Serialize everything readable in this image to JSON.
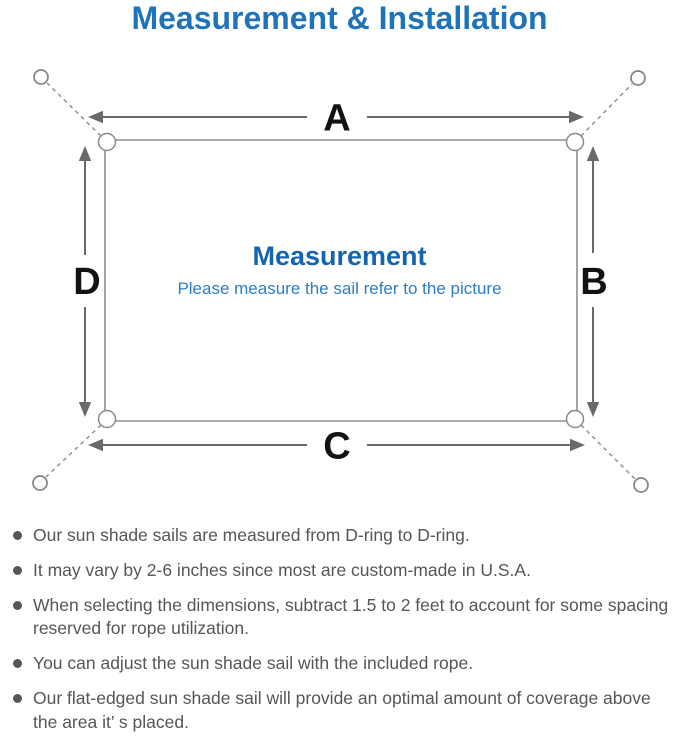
{
  "title": "Measurement & Installation",
  "diagram": {
    "center_heading": "Measurement",
    "center_subtitle": "Please measure the sail refer to the picture",
    "labels": {
      "top": "A",
      "right": "B",
      "bottom": "C",
      "left": "D"
    }
  },
  "notes": {
    "items": [
      "Our sun shade sails are measured from D-ring to D-ring.",
      "It may vary by 2-6 inches since most are custom-made in U.S.A.",
      "When selecting the dimensions, subtract 1.5 to 2 feet to account for some spacing reserved for rope utilization.",
      "You can adjust the sun shade sail with the included rope.",
      "Our flat-edged sun shade sail will provide an optimal amount of coverage above the area it’ s placed."
    ]
  },
  "colors": {
    "title_blue": "#1f73b9",
    "heading_blue": "#1565ad",
    "subtitle_blue": "#2f7dc2",
    "diagram_line_gray": "#8f8f8f",
    "arrow_gray": "#6a6a6a",
    "note_text_gray": "#565656",
    "background": "#ffffff"
  }
}
